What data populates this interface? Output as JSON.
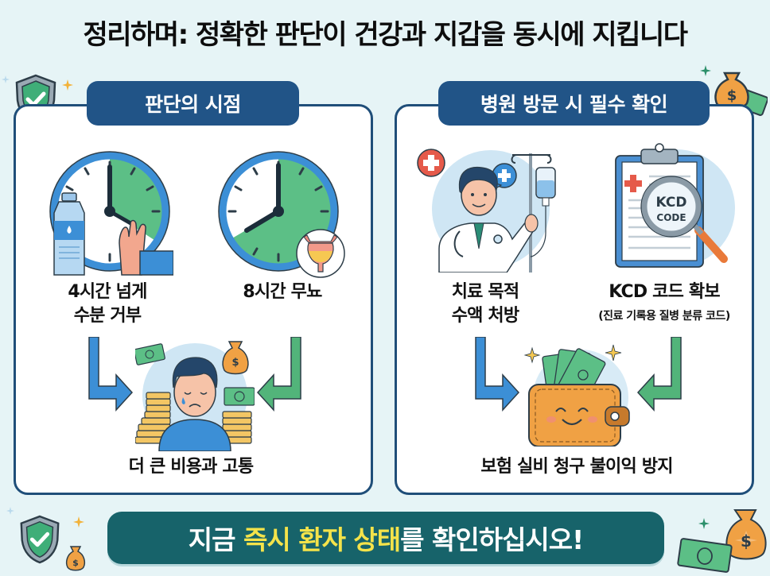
{
  "title": "정리하며: 정확한 판단이 건강과 지갑을 동시에 지킵니다",
  "colors": {
    "background": "#e6f4f6",
    "panel_border": "#1f4e79",
    "header_bg": "#215487",
    "banner_bg": "#17636a",
    "highlight": "#f4e34a",
    "green": "#5cbf86",
    "blue_arrow": "#3c8fd6",
    "green_arrow": "#52b47a"
  },
  "left_panel": {
    "header": "판단의 시점",
    "items": [
      {
        "icon": "clock-water-refuse-icon",
        "line1": "4시간 넘게",
        "line2": "수분 거부"
      },
      {
        "icon": "clock-bladder-icon",
        "line1": "8시간 무뇨"
      }
    ],
    "result": {
      "icon": "sad-person-money-icon",
      "label": "더 큰 비용과 고통"
    }
  },
  "right_panel": {
    "header": "병원 방문 시 필수 확인",
    "items": [
      {
        "icon": "doctor-iv-icon",
        "line1": "치료 목적",
        "line2": "수액 처방"
      },
      {
        "icon": "clipboard-kcd-icon",
        "line1": "KCD 코드 확보",
        "line2": "(진료 기록용 질병 분류 코드)",
        "magnifier_text1": "KCD",
        "magnifier_text2": "CODE"
      }
    ],
    "result": {
      "icon": "happy-wallet-icon",
      "label": "보험 실비 청구 불이익 방지"
    }
  },
  "banner": {
    "part1": "지금 ",
    "highlight": "즉시 환자 상태",
    "part2": "를 확인하십시오!"
  }
}
